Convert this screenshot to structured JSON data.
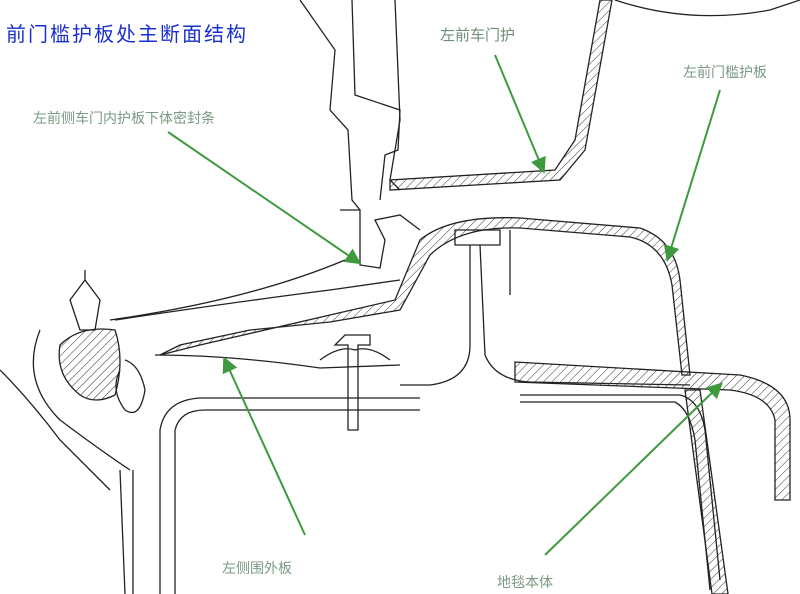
{
  "title": "前门槛护板处主断面结构",
  "labels": {
    "door_trim": "左前车门护",
    "sill_trim": "左前门槛护板",
    "seal": "左前侧车门内护板下体密封条",
    "side_panel": "左侧围外板",
    "carpet": "地毯本体"
  },
  "colors": {
    "title": "#1a2fd0",
    "label": "#7a9a82",
    "arrow": "#3f9a3f"
  }
}
